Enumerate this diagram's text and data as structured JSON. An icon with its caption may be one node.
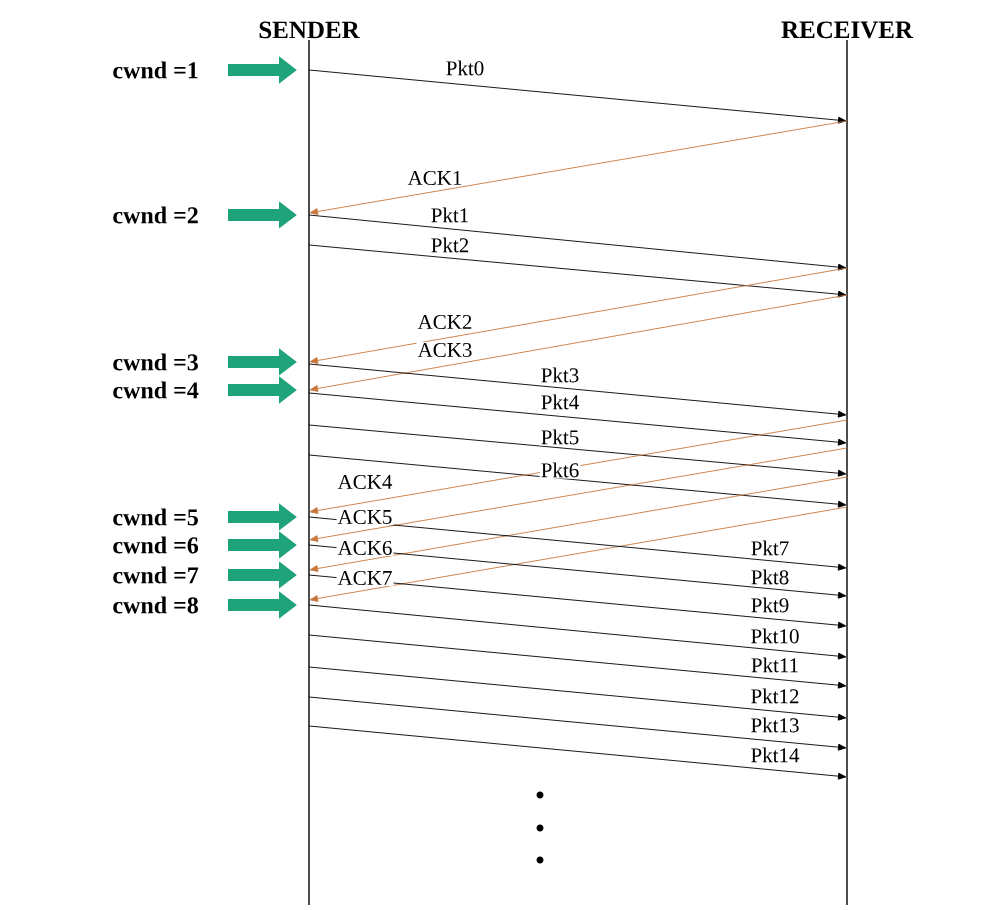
{
  "diagram": {
    "nodes": [
      {
        "text": [
          "SENDER"
        ]
      },
      {
        "text": [
          "RECEIVER"
        ]
      },
      {
        "text": [
          "cwnd =1"
        ]
      },
      {
        "text": [
          "cwnd =2"
        ]
      },
      {
        "text": [
          "cwnd =3"
        ]
      },
      {
        "text": [
          "cwnd =4"
        ]
      },
      {
        "text": [
          "cwnd =5"
        ]
      },
      {
        "text": [
          "cwnd =6"
        ]
      },
      {
        "text": [
          "cwnd =7"
        ]
      },
      {
        "text": [
          "cwnd =8"
        ]
      }
    ],
    "edges": [
      {
        "from": 2,
        "to": 0,
        "arrow": "to",
        "style": "thick",
        "color": "#1fa37a"
      },
      {
        "from": 3,
        "to": 0,
        "arrow": "to",
        "style": "thick",
        "color": "#1fa37a"
      },
      {
        "from": 4,
        "to": 0,
        "arrow": "to",
        "style": "thick",
        "color": "#1fa37a"
      },
      {
        "from": 5,
        "to": 0,
        "arrow": "to",
        "style": "thick",
        "color": "#1fa37a"
      },
      {
        "from": 6,
        "to": 0,
        "arrow": "to",
        "style": "thick",
        "color": "#1fa37a"
      },
      {
        "from": 7,
        "to": 0,
        "arrow": "to",
        "style": "thick",
        "color": "#1fa37a"
      },
      {
        "from": 8,
        "to": 0,
        "arrow": "to",
        "style": "thick",
        "color": "#1fa37a"
      },
      {
        "from": 9,
        "to": 0,
        "arrow": "to",
        "style": "thick",
        "color": "#1fa37a"
      },
      {
        "from": 0,
        "to": 1,
        "arrow": "to",
        "label": "Pkt0"
      },
      {
        "from": 1,
        "to": 0,
        "arrow": "to",
        "label": "ACK1",
        "color": "#c8783c"
      },
      {
        "from": 0,
        "to": 1,
        "arrow": "to",
        "label": "Pkt1"
      },
      {
        "from": 0,
        "to": 1,
        "arrow": "to",
        "label": "Pkt2"
      },
      {
        "from": 1,
        "to": 0,
        "arrow": "to",
        "label": "ACK2",
        "color": "#c8783c"
      },
      {
        "from": 1,
        "to": 0,
        "arrow": "to",
        "label": "ACK3",
        "color": "#c8783c"
      },
      {
        "from": 0,
        "to": 1,
        "arrow": "to",
        "label": "Pkt3"
      },
      {
        "from": 0,
        "to": 1,
        "arrow": "to",
        "label": "Pkt4"
      },
      {
        "from": 0,
        "to": 1,
        "arrow": "to",
        "label": "Pkt5"
      },
      {
        "from": 0,
        "to": 1,
        "arrow": "to",
        "label": "Pkt6"
      },
      {
        "from": 1,
        "to": 0,
        "arrow": "to",
        "label": "ACK4",
        "color": "#c8783c"
      },
      {
        "from": 1,
        "to": 0,
        "arrow": "to",
        "label": "ACK5",
        "color": "#c8783c"
      },
      {
        "from": 1,
        "to": 0,
        "arrow": "to",
        "label": "ACK6",
        "color": "#c8783c"
      },
      {
        "from": 1,
        "to": 0,
        "arrow": "to",
        "label": "ACK7",
        "color": "#c8783c"
      },
      {
        "from": 0,
        "to": 1,
        "arrow": "to",
        "label": "Pkt7"
      },
      {
        "from": 0,
        "to": 1,
        "arrow": "to",
        "label": "Pkt8"
      },
      {
        "from": 0,
        "to": 1,
        "arrow": "to",
        "label": "Pkt9"
      },
      {
        "from": 0,
        "to": 1,
        "arrow": "to",
        "label": "Pkt10"
      },
      {
        "from": 0,
        "to": 1,
        "arrow": "to",
        "label": "Pkt11"
      },
      {
        "from": 0,
        "to": 1,
        "arrow": "to",
        "label": "Pkt12"
      },
      {
        "from": 0,
        "to": 1,
        "arrow": "to",
        "label": "Pkt13"
      },
      {
        "from": 0,
        "to": 1,
        "arrow": "to",
        "label": "Pkt14"
      }
    ]
  }
}
